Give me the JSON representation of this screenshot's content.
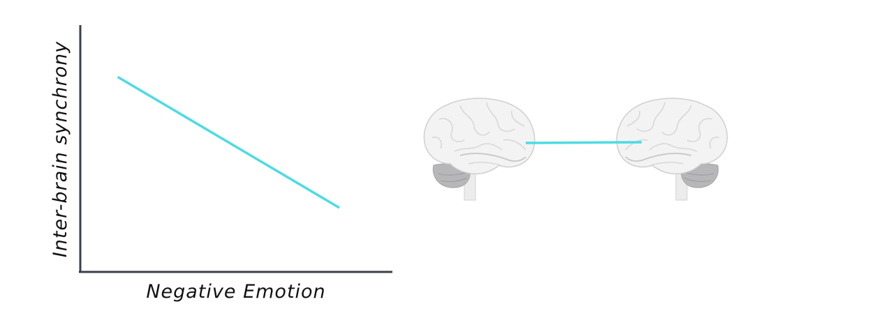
{
  "chart_data": {
    "type": "line",
    "xlabel": "Negative Emotion",
    "ylabel": "Inter-brain synchrony",
    "grid": false,
    "series": [
      {
        "x": [
          0.12,
          0.83
        ],
        "y": [
          0.79,
          0.26
        ]
      }
    ]
  },
  "colors": {
    "trend_line": "#4ddbe3",
    "axis": "#3a3f4b",
    "brain_fill": "#f3f3f3",
    "brain_outline": "#cfcfcf",
    "cerebellum_fill": "#b5b5b8",
    "link_line": "#4ddbe3"
  },
  "icons": {
    "left_brain": "brain-icon",
    "right_brain": "brain-icon"
  }
}
